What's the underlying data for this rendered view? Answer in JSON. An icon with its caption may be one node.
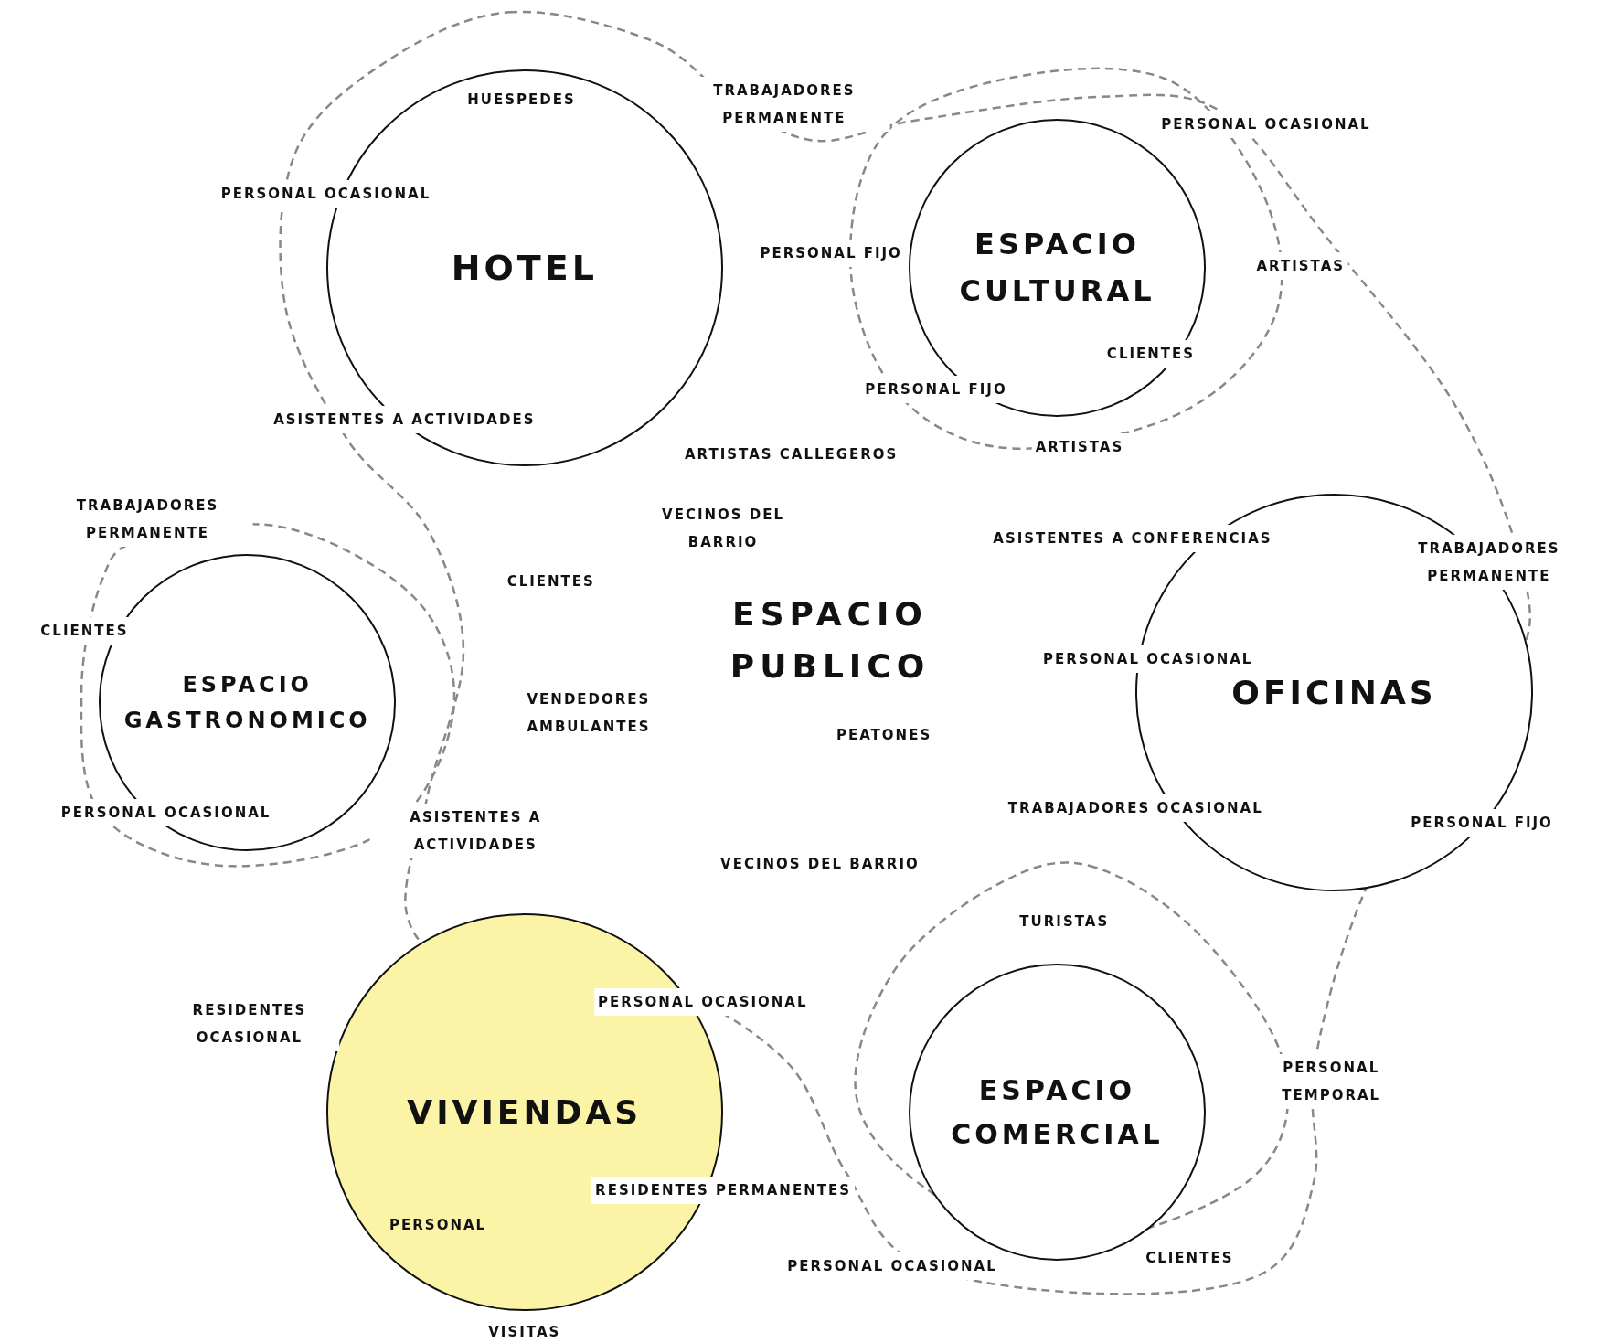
{
  "diagram": {
    "nodes": [
      {
        "text": [
          "HOTEL"
        ]
      },
      {
        "text": [
          "ESPACIO CULTURAL"
        ]
      },
      {
        "text": [
          "ESPACIO GASTRONOMICO"
        ]
      },
      {
        "text": [
          "OFICINAS"
        ]
      },
      {
        "text": [
          "VIVIENDAS"
        ]
      },
      {
        "text": [
          "ESPACIO COMERCIAL"
        ]
      }
    ],
    "edges": [],
    "labels": [
      "HUESPEDES",
      "TRABAJADORES PERMANENTE",
      "PERSONAL OCASIONAL",
      "PERSONAL OCASIONAL",
      "PERSONAL FIJO",
      "ARTISTAS",
      "CLIENTES",
      "PERSONAL FIJO",
      "ASISTENTES A ACTIVIDADES",
      "ARTISTAS",
      "ARTISTAS CALLEGEROS",
      "TRABAJADORES PERMANENTE",
      "VECINOS DEL BARRIO",
      "ASISTENTES A CONFERENCIAS",
      "TRABAJADORES PERMANENTE",
      "CLIENTES",
      "ESPACIO PUBLICO",
      "CLIENTES",
      "PERSONAL OCASIONAL",
      "VENDEDORES AMBULANTES",
      "PEATONES",
      "TRABAJADORES OCASIONAL",
      "PERSONAL OCASIONAL",
      "ASISTENTES A ACTIVIDADES",
      "PERSONAL FIJO",
      "VECINOS DEL BARRIO",
      "TURISTAS",
      "RESIDENTES OCASIONAL",
      "PERSONAL OCASIONAL",
      "PERSONAL TEMPORAL",
      "RESIDENTES PERMANENTES",
      "PERSONAL",
      "CLIENTES",
      "PERSONAL OCASIONAL",
      "VISITAS"
    ]
  }
}
